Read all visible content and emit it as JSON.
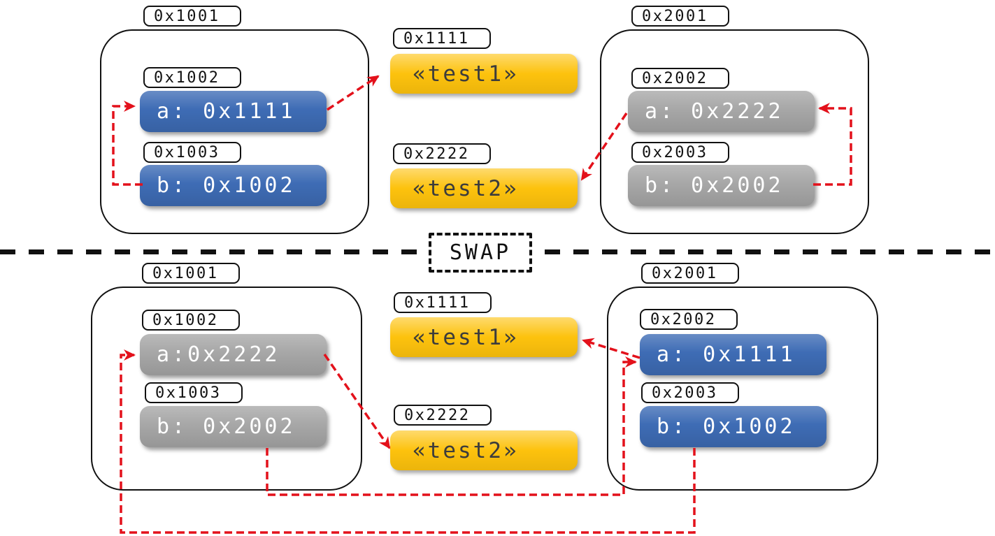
{
  "colors": {
    "blue": "#3e6cb5",
    "gray": "#a7a7a7",
    "yellow": "#fdc20d",
    "arrow_red": "#e3111b",
    "outline": "#111111"
  },
  "divider": {
    "label": "SWAP"
  },
  "top": {
    "left_frame": {
      "address": "0x1001",
      "slots": [
        {
          "address": "0x1002",
          "value": "a: 0x1111",
          "variant": "blue"
        },
        {
          "address": "0x1003",
          "value": "b: 0x1002",
          "variant": "blue"
        }
      ]
    },
    "heap": {
      "cells": [
        {
          "address": "0x1111",
          "value": "«test1»"
        },
        {
          "address": "0x2222",
          "value": "«test2»"
        }
      ]
    },
    "right_frame": {
      "address": "0x2001",
      "slots": [
        {
          "address": "0x2002",
          "value": "a: 0x2222",
          "variant": "gray"
        },
        {
          "address": "0x2003",
          "value": "b: 0x2002",
          "variant": "gray"
        }
      ]
    }
  },
  "bottom": {
    "left_frame": {
      "address": "0x1001",
      "slots": [
        {
          "address": "0x1002",
          "value": "a:0x2222",
          "variant": "gray"
        },
        {
          "address": "0x1003",
          "value": "b: 0x2002",
          "variant": "gray"
        }
      ]
    },
    "heap": {
      "cells": [
        {
          "address": "0x1111",
          "value": "«test1»"
        },
        {
          "address": "0x2222",
          "value": "«test2»"
        }
      ]
    },
    "right_frame": {
      "address": "0x2001",
      "slots": [
        {
          "address": "0x2002",
          "value": "a: 0x1111",
          "variant": "blue"
        },
        {
          "address": "0x2003",
          "value": "b: 0x1002",
          "variant": "blue"
        }
      ]
    }
  },
  "arrows": [
    {
      "id": "top-left-a-to-test1",
      "from": "top 0x1002 (a: 0x1111)",
      "to": "top heap «test1»"
    },
    {
      "id": "top-left-b-to-a",
      "from": "top 0x1003 (b: 0x1002)",
      "to": "top slot 0x1002"
    },
    {
      "id": "top-right-a-to-test2",
      "from": "top 0x2002 (a: 0x2222)",
      "to": "top heap «test2»"
    },
    {
      "id": "top-right-b-to-a",
      "from": "top 0x2003 (b: 0x2002)",
      "to": "top slot 0x2002"
    },
    {
      "id": "bottom-left-a-to-test2",
      "from": "bottom 0x1002 (a:0x2222)",
      "to": "bottom heap «test2»"
    },
    {
      "id": "bottom-right-a-to-test1",
      "from": "bottom 0x2002 (a: 0x1111)",
      "to": "bottom heap «test1»"
    },
    {
      "id": "bottom-left-b-to-right-a",
      "from": "bottom 0x1003 (b: 0x2002)",
      "to": "bottom slot 0x2002"
    },
    {
      "id": "bottom-right-b-to-left-a",
      "from": "bottom 0x2003 (b: 0x1002)",
      "to": "bottom slot 0x1002"
    }
  ]
}
